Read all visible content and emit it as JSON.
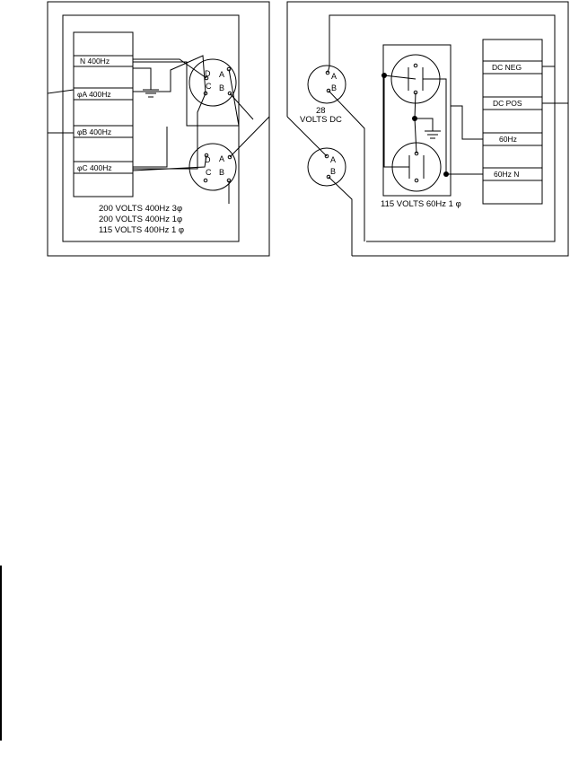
{
  "left_panel": {
    "terminal_labels": [
      "N  400Hz",
      "φA  400Hz",
      "φB  400Hz",
      "φC  400Hz"
    ],
    "receptacle_top_pins": [
      "D",
      "A",
      "C",
      "B"
    ],
    "receptacle_bottom_pins": [
      "D",
      "A",
      "C",
      "B"
    ],
    "notes": [
      "200  VOLTS  400Hz  3φ",
      "200  VOLTS  400Hz  1φ",
      "115  VOLTS  400Hz  1 φ"
    ]
  },
  "right_panel": {
    "dc_receptacle_pins": [
      "A",
      "B"
    ],
    "dc_label": [
      "28",
      "VOLTS DC"
    ],
    "second_receptacle_pins": [
      "A",
      "B"
    ],
    "terminal_labels": [
      "DC NEG",
      "DC POS",
      "60Hz",
      "60Hz N"
    ],
    "outlet_note": "115  VOLTS  60Hz  1  φ"
  }
}
